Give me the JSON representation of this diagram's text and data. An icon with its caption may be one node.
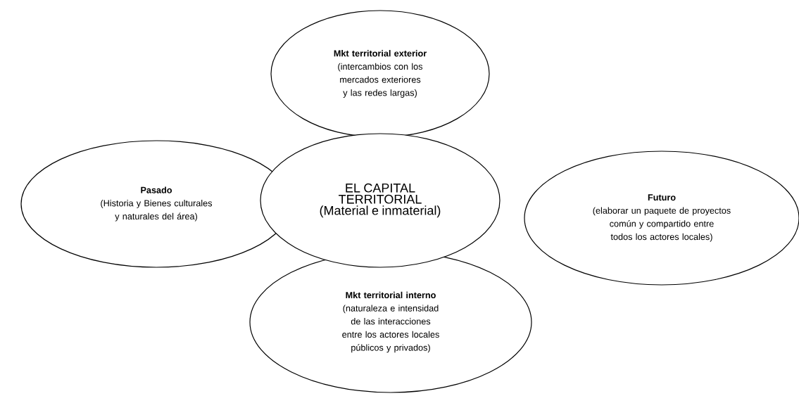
{
  "diagram": {
    "nodes": [
      {
        "text": [
          "Mkt territorial exterior",
          "(intercambios con los mercados exteriores y las redes largas)"
        ]
      },
      {
        "text": [
          "Pasado",
          "(Historia y Bienes culturales y naturales del área)"
        ]
      },
      {
        "text": [
          "EL CAPITAL TERRITORIAL",
          "(Material e inmaterial)"
        ]
      },
      {
        "text": [
          "Futuro",
          "(elaborar un paquete de proyectos común y compartido entre todos los actores locales)"
        ]
      },
      {
        "text": [
          "Mkt territorial interno",
          "(naturaleza e intensidad de las interacciones entre los actores locales públicos y privados)"
        ]
      }
    ]
  }
}
